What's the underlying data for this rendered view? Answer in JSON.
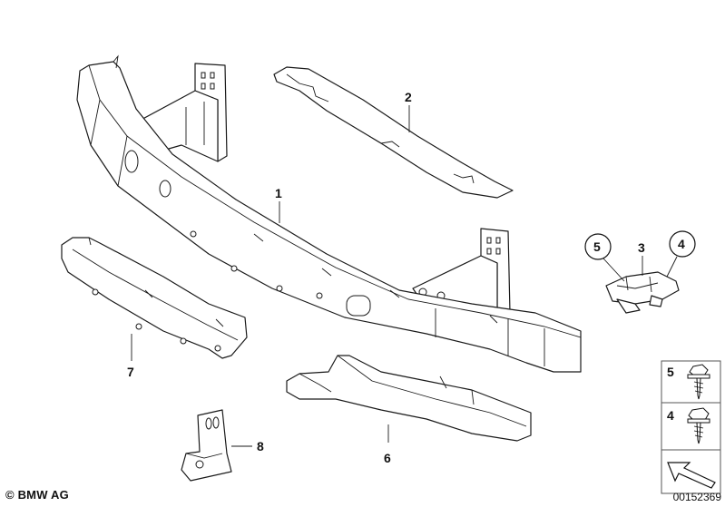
{
  "callouts": {
    "c1": "1",
    "c2": "2",
    "c3": "3",
    "c4": "4",
    "c5": "5",
    "c6": "6",
    "c7": "7",
    "c8": "8"
  },
  "legend": {
    "row5": "5",
    "row4": "4"
  },
  "footer": {
    "copyright": "© BMW AG",
    "diagram_id": "00152369"
  }
}
